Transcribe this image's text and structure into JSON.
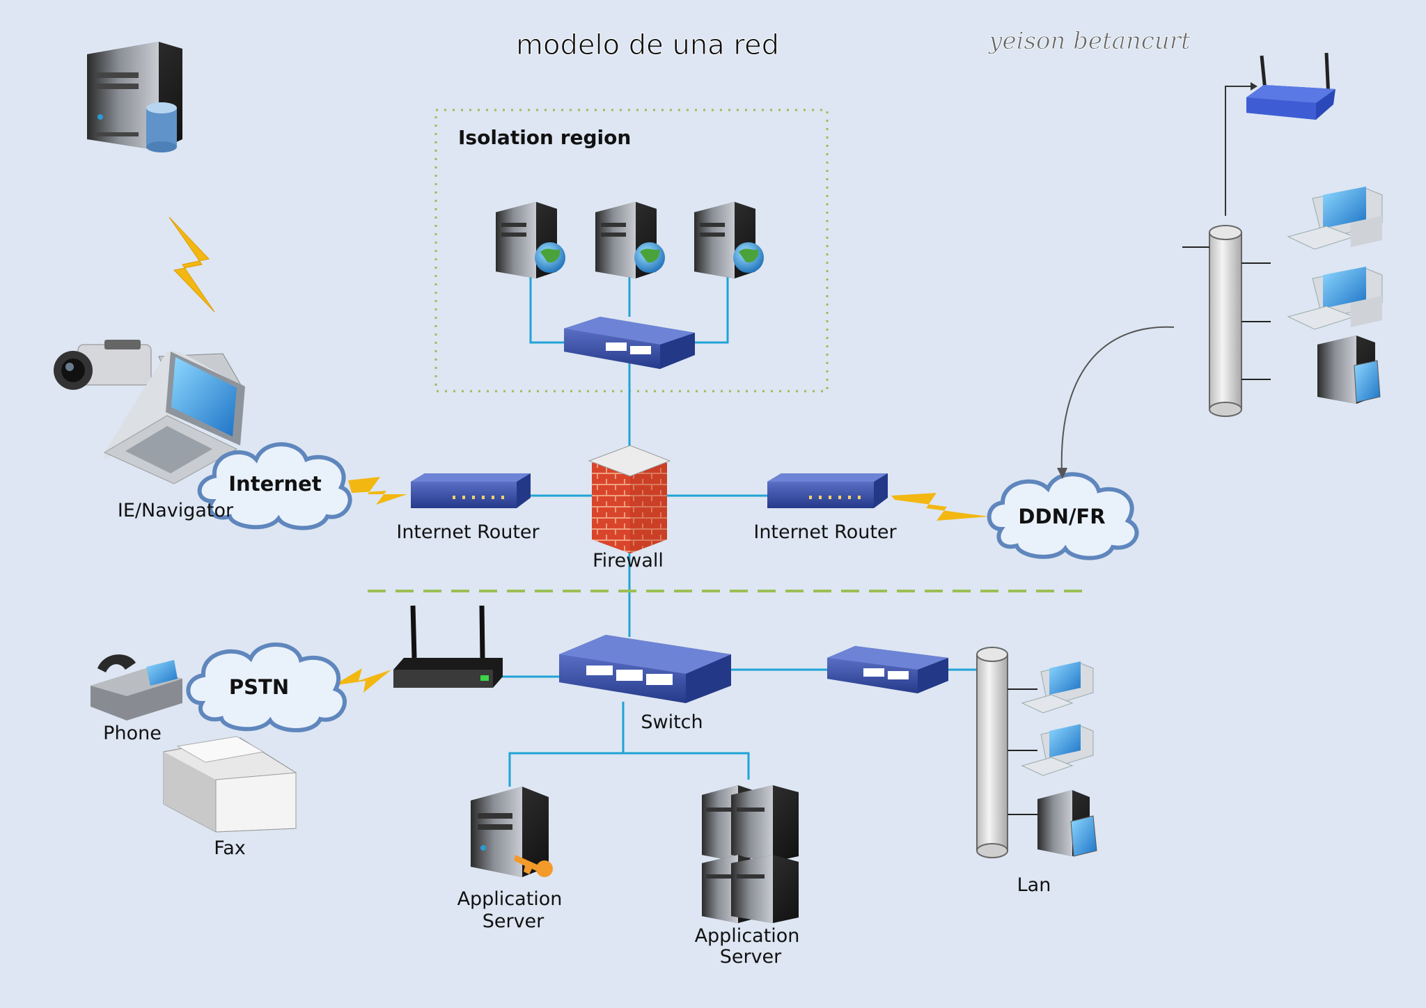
{
  "header": {
    "title": "modelo de una red",
    "author": "yeison betancurt"
  },
  "regions": {
    "isolation": "Isolation region"
  },
  "clouds": {
    "internet": "Internet",
    "ddn": "DDN/FR",
    "pstn": "PSTN"
  },
  "labels": {
    "ie_navigator": "IE/Navigator",
    "router_left": "Internet Router",
    "router_right": "Internet Router",
    "firewall": "Firewall",
    "switch": "Switch",
    "phone": "Phone",
    "fax": "Fax",
    "app_server_1_line1": "Application",
    "app_server_1_line2": "Server",
    "app_server_2_line1": "Application",
    "app_server_2_line2": "Server",
    "lan": "Lan"
  },
  "colors": {
    "background": "#dde6f2",
    "link": "#1fa3d6",
    "device_blue": "#2c3e8f",
    "cloud": "#5f86bd",
    "lightning": "#f3b712",
    "dashed_divider": "#9bbf55",
    "isolation_border": "#9cbd55",
    "brick": "#d9452b"
  }
}
